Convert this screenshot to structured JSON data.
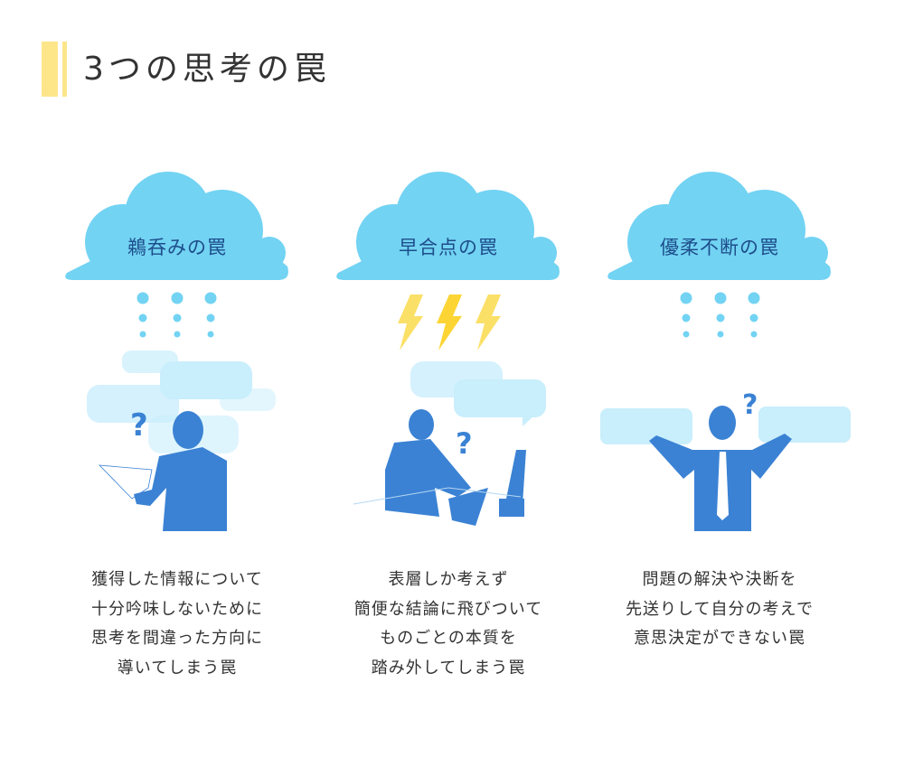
{
  "title": "3つの思考の罠",
  "colors": {
    "cloud": "#72d3f3",
    "cloud_text": "#1d4d8a",
    "figure": "#3b82d4",
    "bubble": "#c9eefc",
    "lightning": "#fcd535",
    "accent": "#fde68a"
  },
  "traps": [
    {
      "name": "鵜呑みの罠",
      "weather": "rain",
      "lines": [
        "獲得した情報について",
        "十分吟味しないために",
        "思考を間違った方向に",
        "導いてしまう罠"
      ]
    },
    {
      "name": "早合点の罠",
      "weather": "lightning",
      "lines": [
        "表層しか考えず",
        "簡便な結論に飛びついて",
        "ものごとの本質を",
        "踏み外してしまう罠"
      ]
    },
    {
      "name": "優柔不断の罠",
      "weather": "rain",
      "lines": [
        "問題の解決や決断を",
        "先送りして自分の考えで",
        "意思決定ができない罠"
      ]
    }
  ]
}
